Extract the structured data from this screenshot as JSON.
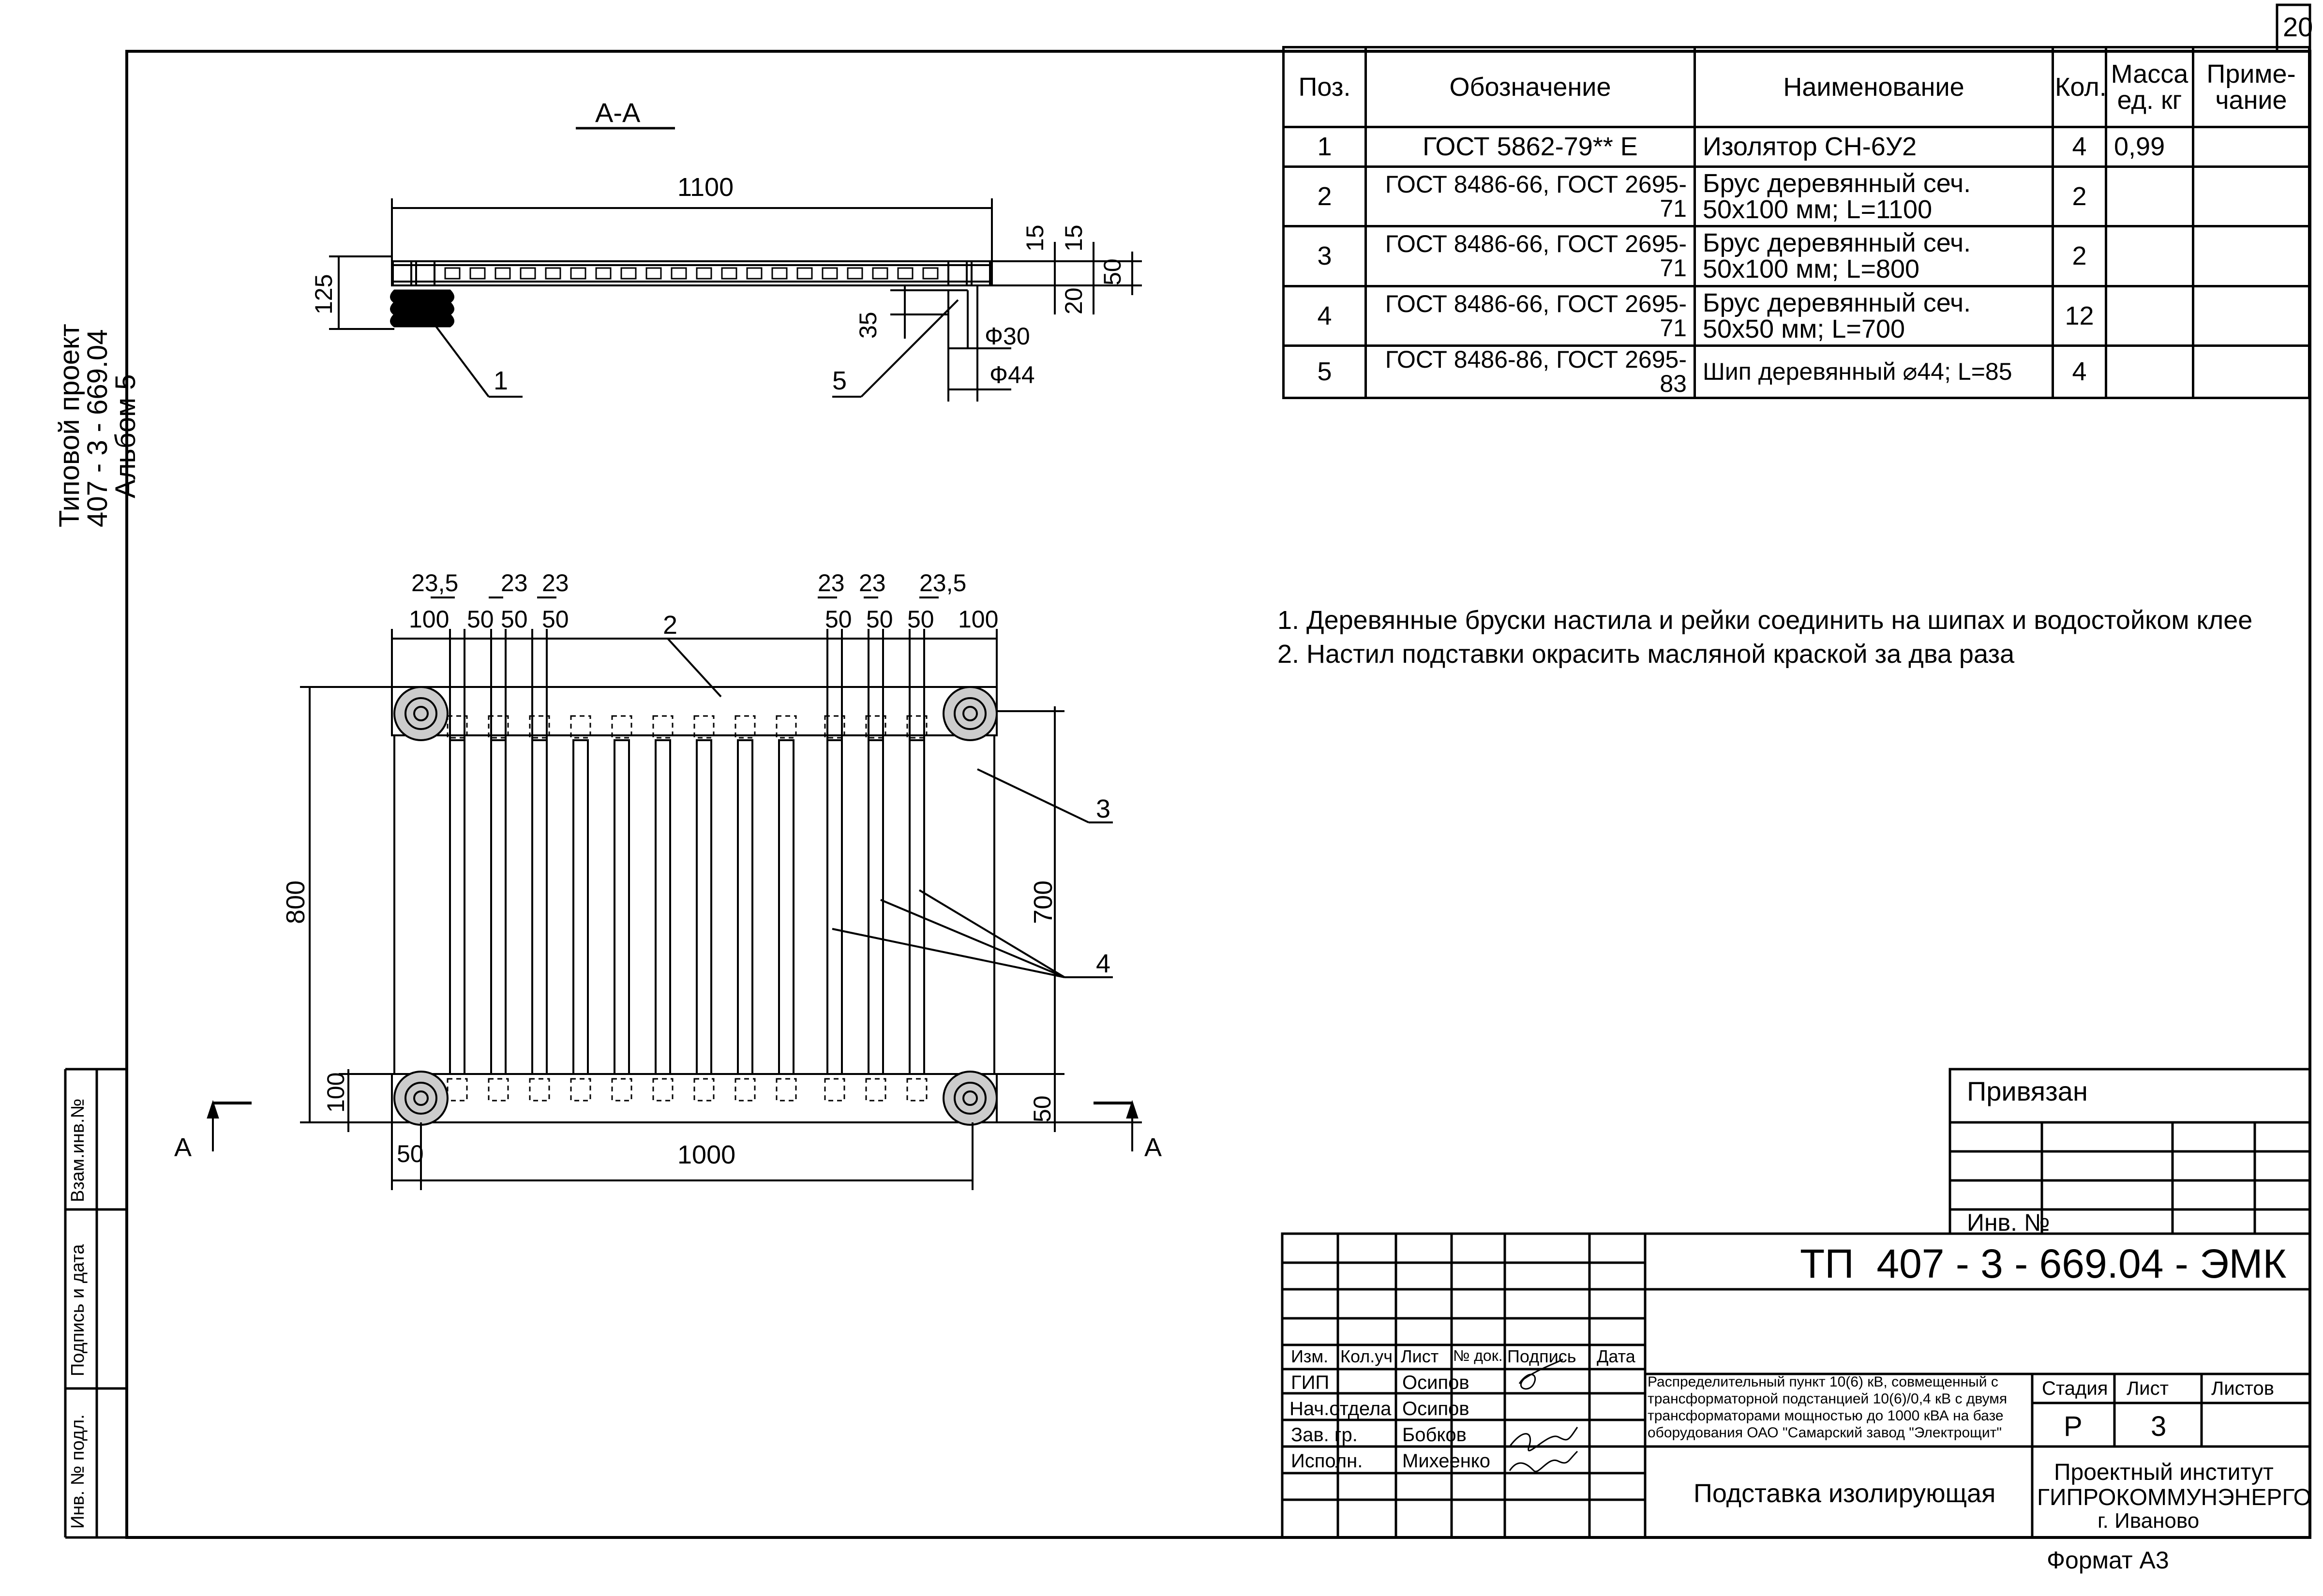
{
  "sheet_number": "20",
  "side_margin": {
    "project_line1": "Типовой проект",
    "project_line2": "407 - 3 - 669.04",
    "project_line3": "Альбом 5",
    "stamp_labels": [
      "Взам.инв.№",
      "Подпись и дата",
      "Инв. № подл."
    ]
  },
  "section": {
    "label": "А-А",
    "dims": {
      "length": "1100",
      "height": "125",
      "d15a": "15",
      "d15b": "15",
      "d50": "50",
      "d20": "20",
      "d35": "35",
      "phi30": "Ф30",
      "phi44": "Ф44"
    },
    "callouts": [
      "1",
      "5"
    ]
  },
  "plan": {
    "top_dims_upper": [
      "23,5",
      "23",
      "23",
      "23",
      "23",
      "23,5"
    ],
    "top_dims_lower": [
      "100",
      "50",
      "50",
      "50",
      "50",
      "50",
      "50",
      "100"
    ],
    "dim_800": "800",
    "dim_700": "700",
    "dim_100": "100",
    "dim_50_left": "50",
    "dim_50_right": "50",
    "dim_1000": "1000",
    "callouts": [
      "2",
      "3",
      "4"
    ],
    "section_mark": "А"
  },
  "spec_table": {
    "headers": [
      "Поз.",
      "Обозначение",
      "Наименование",
      "Кол.",
      "Масса ед. кг",
      "Приме- чание"
    ],
    "rows": [
      {
        "pos": "1",
        "designation": "ГОСТ 5862-79** Е",
        "name": "Изолятор СН-6У2",
        "qty": "4",
        "mass": "0,99",
        "note": ""
      },
      {
        "pos": "2",
        "designation": "ГОСТ 8486-66, ГОСТ 2695-71",
        "name": "Брус деревянный сеч. 50х100 мм; L=1100",
        "qty": "2",
        "mass": "",
        "note": ""
      },
      {
        "pos": "3",
        "designation": "ГОСТ 8486-66, ГОСТ 2695-71",
        "name": "Брус деревянный сеч. 50х100 мм; L=800",
        "qty": "2",
        "mass": "",
        "note": ""
      },
      {
        "pos": "4",
        "designation": "ГОСТ 8486-66, ГОСТ 2695-71",
        "name": "Брус деревянный сеч. 50х50 мм; L=700",
        "qty": "12",
        "mass": "",
        "note": ""
      },
      {
        "pos": "5",
        "designation": "ГОСТ 8486-86, ГОСТ 2695-83",
        "name": "Шип деревянный ⌀44; L=85",
        "qty": "4",
        "mass": "",
        "note": ""
      }
    ]
  },
  "notes": [
    "1. Деревянные бруски настила и рейки соединить на шипах и водостойком клее",
    "2. Настил подставки окрасить масляной краской за два раза"
  ],
  "title_block": {
    "privyazan": "Привязан",
    "inv_no": "Инв. №",
    "doc_code": "ТП  407 - 3 - 669.04 - ЭМК",
    "col_headers": [
      "Изм.",
      "Кол.уч",
      "Лист",
      "№ док.",
      "Подпись",
      "Дата"
    ],
    "roles": [
      {
        "role": "ГИП",
        "name": "Осипов"
      },
      {
        "role": "Нач.отдела",
        "name": "Осипов"
      },
      {
        "role": "Зав. гр.",
        "name": "Бобков"
      },
      {
        "role": "Исполн.",
        "name": "Михеенко"
      }
    ],
    "project_desc": [
      "Распределительный пункт 10(6) кВ, совмещенный с",
      "трансформаторной подстанцией 10(6)/0,4 кВ с двумя",
      "трансформаторами мощностью до 1000 кВА на базе",
      "оборудования ОАО \"Самарский завод \"Электрощит\""
    ],
    "stage_label": "Стадия",
    "sheet_label": "Лист",
    "sheets_label": "Листов",
    "stage": "Р",
    "sheet": "3",
    "sheets": "",
    "drawing_title": "Подставка изолирующая",
    "org_line1": "Проектный институт",
    "org_line2": "ГИПРОКОММУНЭНЕРГО",
    "org_line3": "г. Иваново",
    "format": "Формат А3"
  }
}
